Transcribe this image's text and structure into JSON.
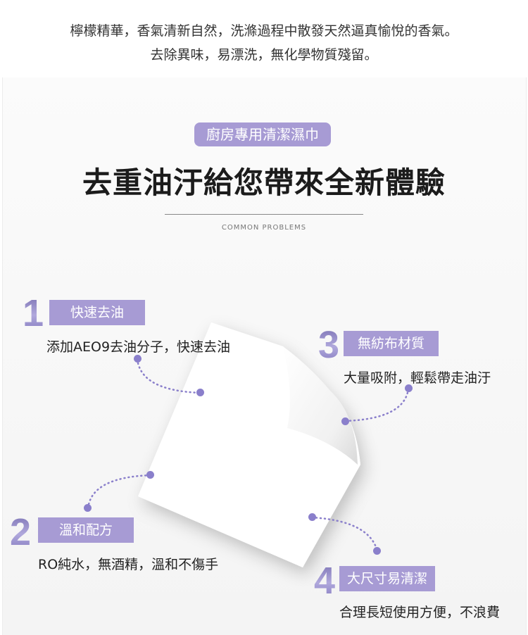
{
  "intro": {
    "line1": "檸檬精華，香氣清新自然，洗滌過程中散發天然逼真愉悅的香氣。",
    "line2": "去除異味，易漂洗，無化學物質殘留。"
  },
  "header": {
    "tag": "廚房專用清潔濕巾",
    "headline": "去重油汙給您帶來全新體驗",
    "subtitle": "COMMON PROBLEMS"
  },
  "features": [
    {
      "number": "1",
      "title": "快速去油",
      "description": "添加AEO9去油分子，快速去油"
    },
    {
      "number": "2",
      "title": "溫和配方",
      "description": "RO純水，無酒精，溫和不傷手"
    },
    {
      "number": "3",
      "title": "無紡布材質",
      "description": "大量吸附，輕鬆帶走油汙"
    },
    {
      "number": "4",
      "title": "大尺寸易清潔",
      "description": "合理長短使用方便，不浪費"
    }
  ],
  "colors": {
    "accent": "#a79bd4",
    "dot": "#8a7fcb",
    "number_gradient_dark": "#7b72b3",
    "text": "#222222"
  },
  "icons": {
    "wipe": "wet-wipe-sheet-icon",
    "connector": "dotted-connector-icon"
  }
}
